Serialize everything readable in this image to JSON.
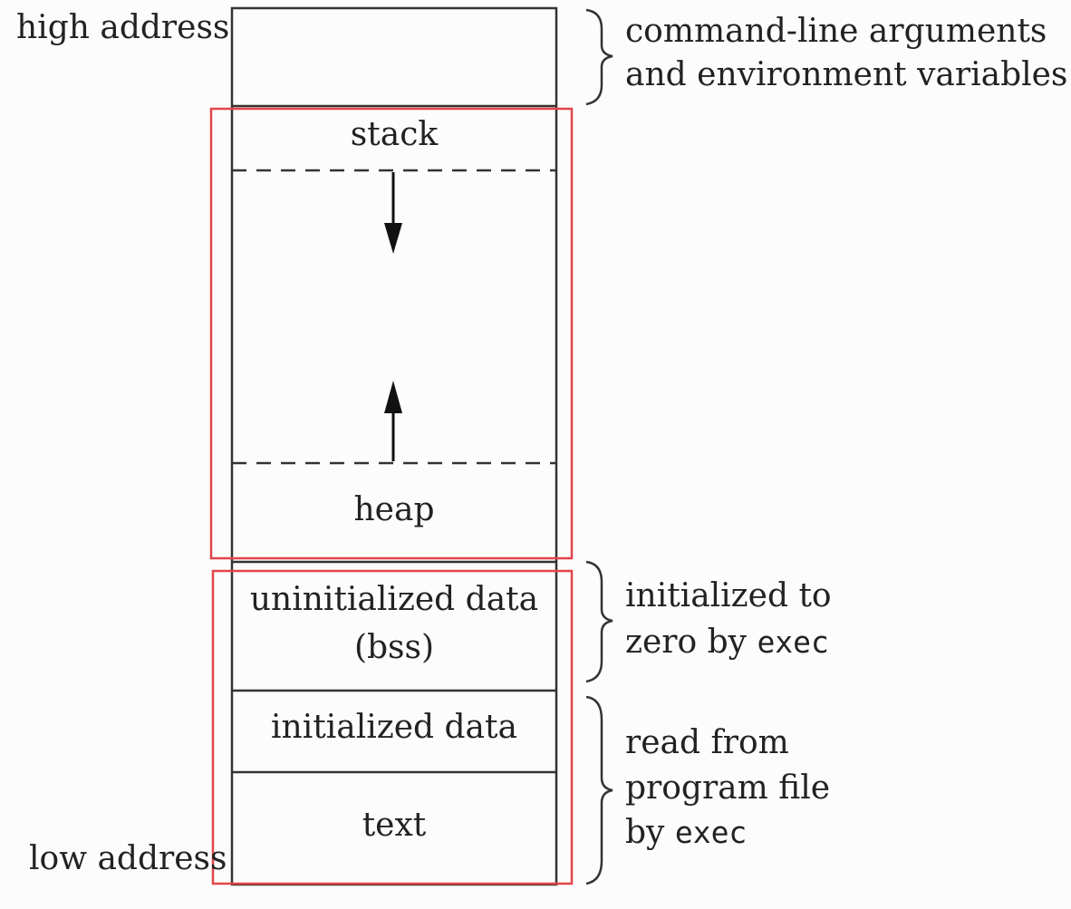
{
  "address_labels": {
    "high": "high address",
    "low": "low address"
  },
  "segments": {
    "stack": "stack",
    "heap": "heap",
    "bss_line1": "uninitialized data",
    "bss_line2": "(bss)",
    "initialized_data": "initialized data",
    "text": "text"
  },
  "annotations": {
    "args_line1": "command-line arguments",
    "args_line2": "and environment variables",
    "bss_note_line1": "initialized to",
    "bss_note_line2_prefix": "zero by ",
    "bss_note_line2_code": "exec",
    "read_line1": "read from",
    "read_line2": "program file",
    "read_line3_prefix": "by ",
    "read_line3_code": "exec"
  },
  "colors": {
    "box_stroke": "#333333",
    "highlight": "#e0454a",
    "text": "#222222"
  }
}
